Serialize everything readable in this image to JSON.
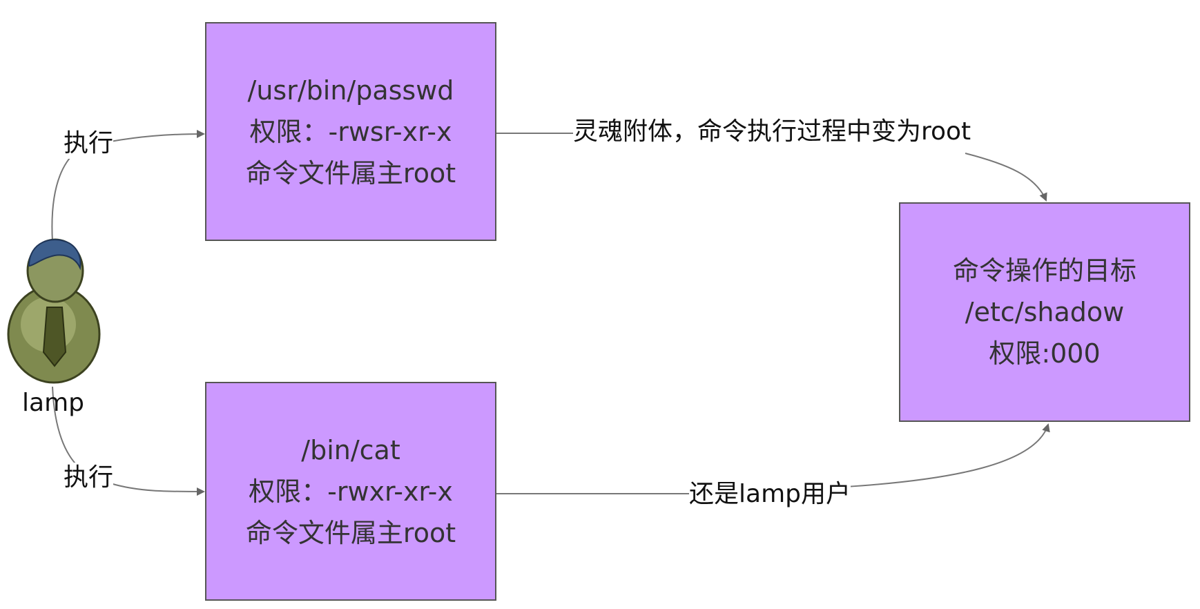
{
  "user": {
    "name": "lamp",
    "icon": "user-person-icon"
  },
  "edges": {
    "exec_top": "执行",
    "exec_bottom": "执行",
    "passwd_to_shadow": "灵魂附体，命令执行过程中变为root",
    "cat_to_shadow": "还是lamp用户"
  },
  "boxes": {
    "passwd": {
      "line1": "/usr/bin/passwd",
      "line2": "权限：-rwsr-xr-x",
      "line3": "命令文件属主root"
    },
    "cat": {
      "line1": "/bin/cat",
      "line2": "权限：-rwxr-xr-x",
      "line3": "命令文件属主root"
    },
    "shadow": {
      "line1": "命令操作的目标",
      "line2": "/etc/shadow",
      "line3": "权限:000"
    }
  },
  "colors": {
    "box_fill": "#cc99ff",
    "box_border": "#555555",
    "connector": "#666666"
  }
}
